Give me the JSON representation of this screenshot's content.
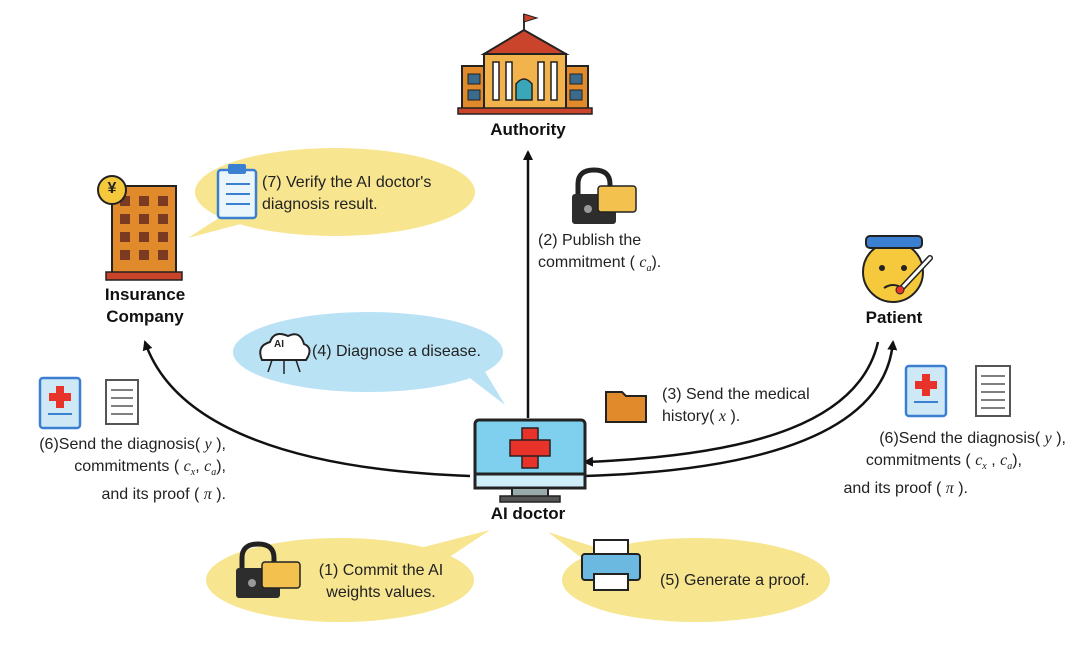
{
  "nodes": {
    "authority": "Authority",
    "insurance_line1": "Insurance",
    "insurance_line2": "Company",
    "patient": "Patient",
    "ai_doctor": "AI doctor"
  },
  "steps": {
    "commit_weights_line1": "(1) Commit the AI",
    "commit_weights_line2": "weights values.",
    "publish_line1": "(2) Publish the",
    "publish_line2": "commitment (",
    "publish_symbol": "c",
    "publish_sub": "a",
    "publish_end": ").",
    "send_history_line1": "(3) Send the medical",
    "send_history_line2": "history(",
    "send_history_symbol": "x",
    "send_history_end": ").",
    "diagnose": "(4) Diagnose a disease.",
    "generate_proof": "(5) Generate a proof.",
    "verify_line1": "(7) Verify the AI doctor's",
    "verify_line2": "diagnosis result.",
    "ai_badge": "AI"
  },
  "send_diagnosis_left": {
    "line1": "(6)Send the diagnosis(",
    "line1_symbol": "y",
    "line1_end": "),",
    "line2": "commitments (",
    "line2_c1": "c",
    "line2_c1_sub": "x",
    "line2_sep": ",",
    "line2_c2": "c",
    "line2_c2_sub": "a",
    "line2_end": "),",
    "line3": "and its proof (",
    "line3_symbol": "π",
    "line3_end": ")."
  },
  "send_diagnosis_right": {
    "line1": "(6)Send the diagnosis(",
    "line1_symbol": "y",
    "line1_end": "),",
    "line2": "commitments (",
    "line2_c1": "c",
    "line2_c1_sub": "x",
    "line2_sep": ",",
    "line2_c2": "c",
    "line2_c2_sub": "a",
    "line2_end": "),",
    "line3": "and its proof (",
    "line3_symbol": "π",
    "line3_end": ")."
  },
  "colors": {
    "yellow_bubble": "#f7e58f",
    "blue_bubble": "#b9e2f5",
    "building_orange": "#e08a2c",
    "roof_red": "#c9442a",
    "patient_face": "#f5c93b",
    "monitor_blue": "#7fd0ef",
    "cross_red": "#e8332a"
  },
  "icons": [
    "authority-building-icon",
    "insurance-building-icon",
    "yen-coin-icon",
    "patient-face-icon",
    "thermometer-icon",
    "ai-doctor-monitor-icon",
    "lock-card-icon",
    "folder-icon",
    "printer-icon",
    "clipboard-icon",
    "cloud-ai-icon",
    "medical-report-icon",
    "document-icon"
  ]
}
